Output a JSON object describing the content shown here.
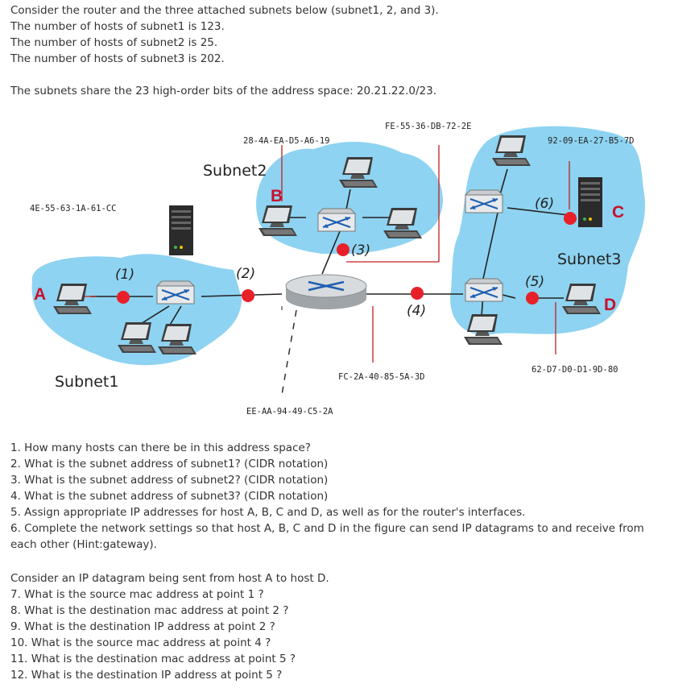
{
  "intro": [
    "Consider the router and the three attached subnets below (subnet1, 2, and 3).",
    "The number of hosts of subnet1 is 123.",
    "The number of hosts of subnet2 is 25.",
    "The number of hosts of subnet3 is 202.",
    "The subnets share the 23 high-order bits of the address space: 20.21.22.0/23."
  ],
  "figure": {
    "subnet_labels": [
      "Subnet1",
      "Subnet2",
      "Subnet3"
    ],
    "hosts": [
      "A",
      "B",
      "C",
      "D"
    ],
    "points": [
      "(1)",
      "(2)",
      "(3)",
      "(4)",
      "(5)",
      "(6)"
    ],
    "mac_labels": {
      "host_a": "4E-55-63-1A-61-CC",
      "host_b": "28-4A-EA-D5-A6-19",
      "router_if3": "FE-55-36-DB-72-2E",
      "host_c": "92-09-EA-27-B5-7D",
      "host_d": "62-D7-D0-D1-9D-80",
      "router_if4": "FC-2A-40-85-5A-3D",
      "router_if2": "EE-AA-94-49-C5-2A"
    },
    "colors": {
      "cloud": "#8ed3f1",
      "point": "#e8202a",
      "letter": "#c8102e"
    }
  },
  "questions_a": [
    "1. How many hosts can there be in this address space?",
    "2. What is the subnet address of subnet1? (CIDR notation)",
    "3. What is the subnet address of subnet2? (CIDR notation)",
    "4. What is the subnet address of subnet3? (CIDR notation)",
    "5. Assign appropriate IP addresses for host A, B, C and D, as well as for the router's interfaces.",
    "6. Complete the network settings so that host A, B, C and D in the figure can send IP datagrams to and receive from each other (Hint:gateway)."
  ],
  "intro2": "Consider an IP datagram being sent from host A to host D.",
  "questions_b": [
    "7. What is the source mac address at point 1 ?",
    "8. What is the destination mac address at point 2 ?",
    "9. What is the destination IP address at point 2 ?",
    "10. What is the source mac address at point 4 ?",
    "11. What is the destination mac address at point 5 ?",
    "12. What is the destination IP address at point 5 ?"
  ]
}
